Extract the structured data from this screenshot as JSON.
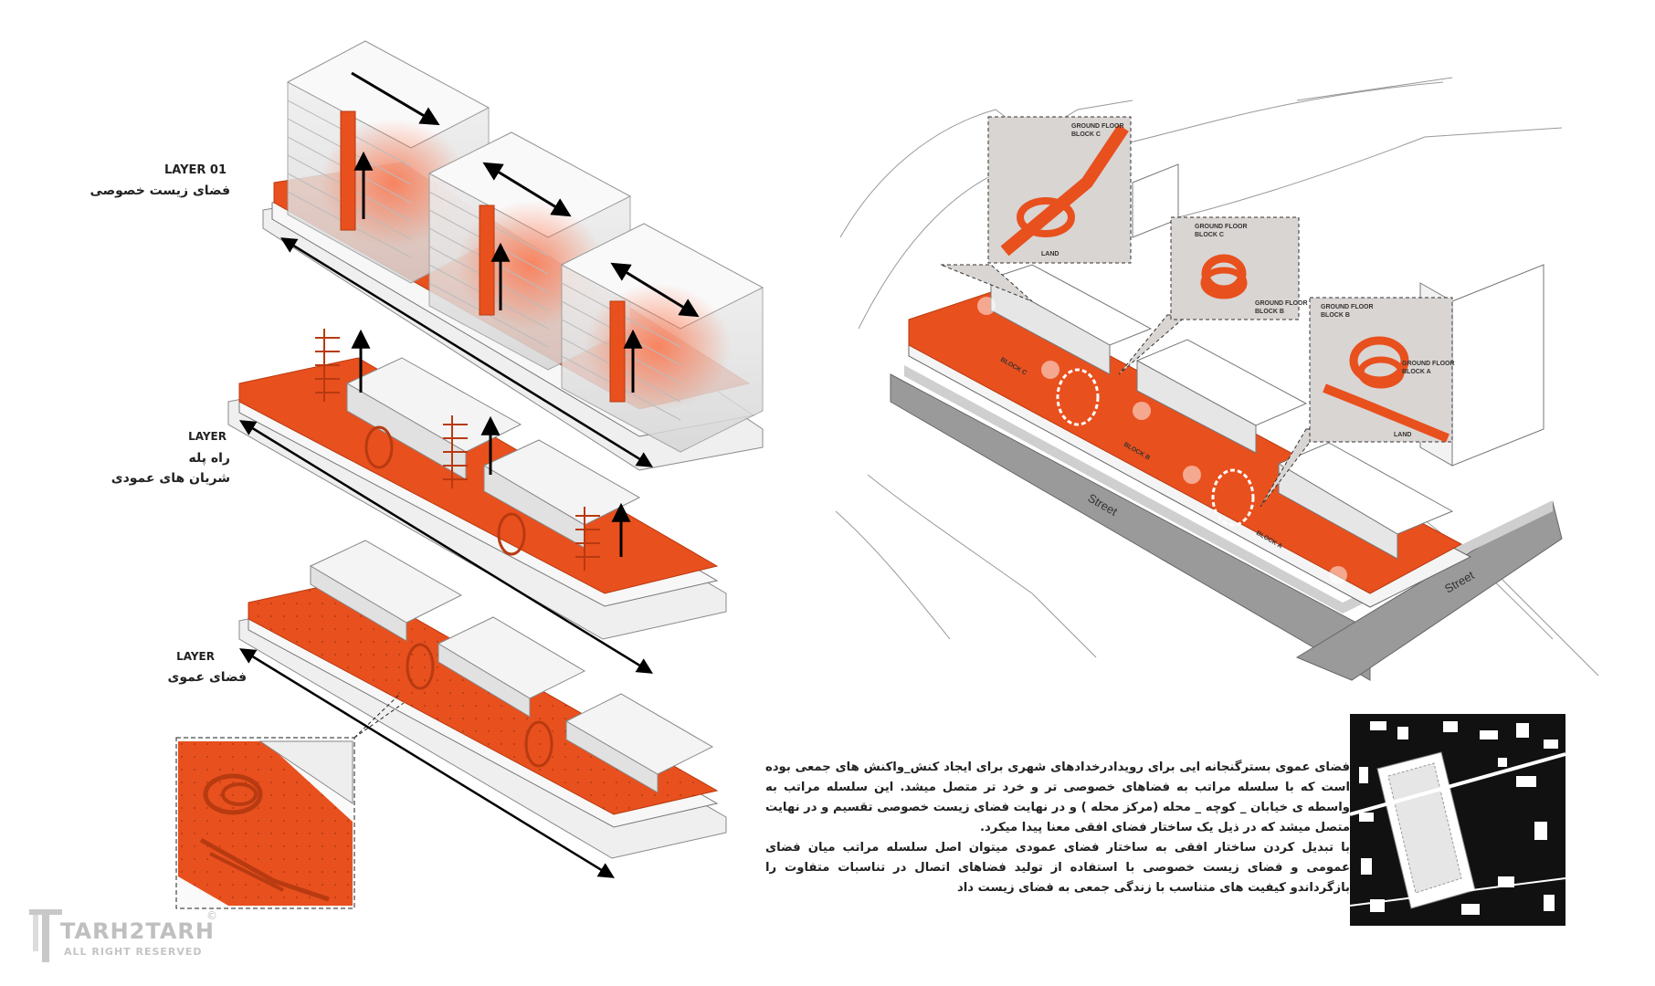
{
  "layers": {
    "layer1": {
      "title": "LAYER 01",
      "subtitle": "فضای زیست خصوصی"
    },
    "layer2": {
      "title": "LAYER",
      "line1": "راه پله",
      "line2": "شریان های عمودی"
    },
    "layer3": {
      "title": "LAYER",
      "subtitle": "فضای عموی"
    }
  },
  "site": {
    "street_label_1": "Street",
    "street_label_2": "Street",
    "block_c": "BLOCK C",
    "block_b": "BLOCK B",
    "block_a": "BLOCK A"
  },
  "callouts": {
    "c1": {
      "label_top": "GROUND FLOOR",
      "label_top2": "BLOCK C",
      "label_bottom": "LAND"
    },
    "c2": {
      "label_top": "GROUND FLOOR",
      "label_top2": "BLOCK C",
      "label_bottom": "GROUND FLOOR",
      "label_bottom2": "BLOCK B"
    },
    "c3": {
      "label_top": "GROUND FLOOR",
      "label_top2": "BLOCK B",
      "label_mid": "GROUND FLOOR",
      "label_mid2": "BLOCK A",
      "label_bottom": "LAND"
    }
  },
  "description": {
    "paragraph1": "فضای عموی بسترگنجانه ایی برای رویدادرخدادهای شهری برای ایجاد کنش_واکنش های جمعی بوده است که با سلسله مراتب به فضاهای خصوصی تر و خرد تر متصل میشد. این سلسله مراتب به واسطه ی خیابان _ کوچه _ محله (مرکز محله ) و در نهایت فضای زیست خصوصی تقسیم و در نهایت متصل میشد که در ذیل یک ساختار فضای افقی معنا پیدا میکرد.",
    "paragraph2": "با تبدیل کردن ساختار افقی به ساختار فضای عمودی میتوان اصل سلسله مراتب میان فضای عمومی و فضای زیست خصوصی با استفاده از تولید فضاهای اتصال در تناسبات متفاوت را بازگرداندو کیفیت های متناسب با زندگی جمعی به فضای زیست داد"
  },
  "watermark": {
    "name": "TARH2TARH",
    "sub": "ALL RIGHT RESERVED",
    "symbol": "©"
  },
  "colors": {
    "accent": "#e8501e",
    "accent_dark": "#b83a10",
    "callout_bg": "#d9d5d3",
    "street": "#9a9a9a"
  }
}
